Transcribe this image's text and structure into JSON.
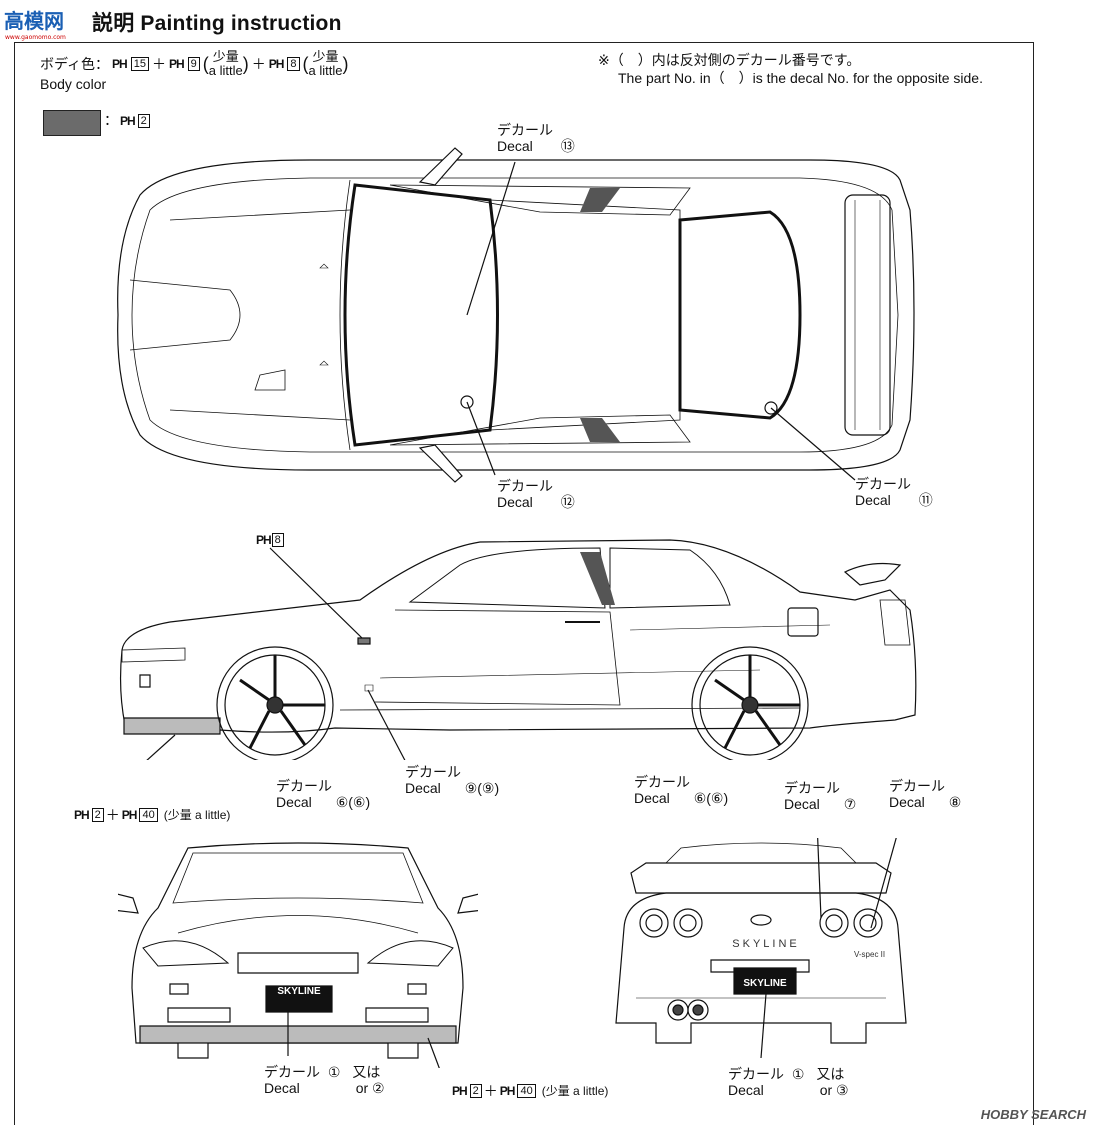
{
  "header": {
    "logo_text": "高模网",
    "title": "説明 Painting instruction"
  },
  "body_color": {
    "label_jp": "ボディ色：",
    "label_en": "Body color",
    "ph_prefix": "PH",
    "code_1": "15",
    "code_2": "9",
    "code_3": "8",
    "little_jp": "少量",
    "little_en": "a little",
    "plus": "＋"
  },
  "swatch": {
    "color": "#6b6b6b",
    "ph_prefix": "PH",
    "code": "2",
    "colon": "："
  },
  "note": {
    "jp": "※（　）内は反対側のデカール番号です。",
    "en": "The part No. in（　）is the decal No. for the opposite side."
  },
  "top_view": {
    "decal13_jp": "デカール",
    "decal13_en": "Decal",
    "decal13_num": "⑬",
    "decal12_jp": "デカール",
    "decal12_en": "Decal",
    "decal12_num": "⑫",
    "decal11_jp": "デカール",
    "decal11_en": "Decal",
    "decal11_num": "⑪"
  },
  "side_view": {
    "ph8_prefix": "PH",
    "ph8_code": "8",
    "decal6a_jp": "デカール",
    "decal6a_en": "Decal",
    "decal6a_num": "⑥(⑥)",
    "decal9_jp": "デカール",
    "decal9_en": "Decal",
    "decal9_num": "⑨(⑨)",
    "decal6b_jp": "デカール",
    "decal6b_en": "Decal",
    "decal6b_num": "⑥(⑥)",
    "mix_prefix_1": "PH",
    "mix_code_1": "2",
    "mix_plus": "＋",
    "mix_prefix_2": "PH",
    "mix_code_2": "40",
    "mix_little": "(少量 a little)"
  },
  "rear_labels": {
    "decal7_jp": "デカール",
    "decal7_en": "Decal",
    "decal7_num": "⑦",
    "decal8_jp": "デカール",
    "decal8_en": "Decal",
    "decal8_num": "⑧"
  },
  "front_view": {
    "plate_text": "SKYLINE",
    "decal1_jp": "デカール",
    "decal1_en": "Decal",
    "decal1_num": "①",
    "alt_jp": "又は",
    "alt_en": "or",
    "alt_num": "②",
    "mix_prefix_1": "PH",
    "mix_code_1": "2",
    "mix_plus": "＋",
    "mix_prefix_2": "PH",
    "mix_code_2": "40",
    "mix_little": "(少量 a little)"
  },
  "rear_view": {
    "plate_text": "SKYLINE",
    "trunk_text": "SKYLINE",
    "badge_text": "V-spec II",
    "decal1_jp": "デカール",
    "decal1_en": "Decal",
    "decal1_num": "①",
    "alt_jp": "又は",
    "alt_en": "or",
    "alt_num": "③"
  },
  "watermark": {
    "brand": "HOBBY SEARCH"
  }
}
